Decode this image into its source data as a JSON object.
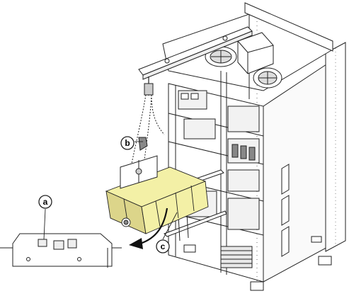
{
  "callouts": {
    "a": "a",
    "b": "b",
    "c": "c"
  },
  "colors": {
    "module_body": "#f3f0a6",
    "module_shadow": "#dcd58a",
    "cabinet_line": "#222222",
    "cabinet_fill": "#ffffff",
    "panel_fill": "#f2f2f2"
  }
}
